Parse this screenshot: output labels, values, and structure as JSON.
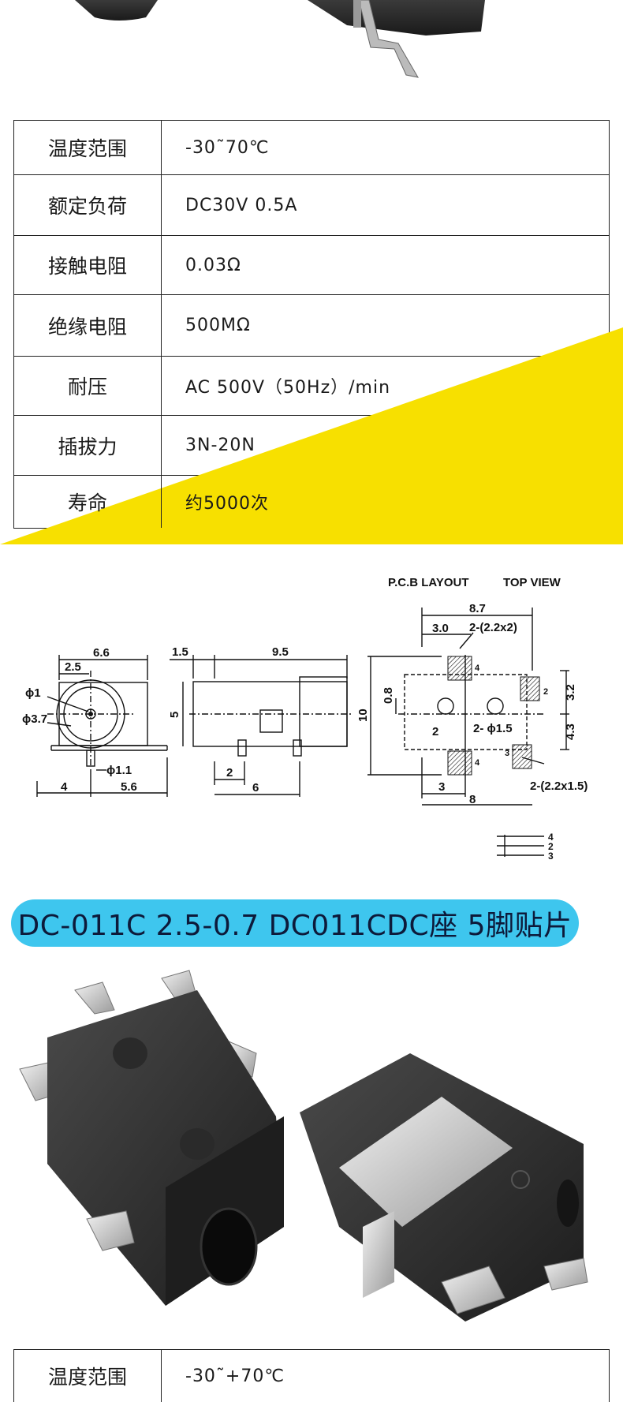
{
  "specs_top": [
    {
      "label": "温度范围",
      "value": "-30˜70℃"
    },
    {
      "label": "额定负荷",
      "value": "DC30V 0.5A"
    },
    {
      "label": "接触电阻",
      "value": "0.03Ω"
    },
    {
      "label": "绝缘电阻",
      "value": "500MΩ"
    },
    {
      "label": "耐压",
      "value": "AC 500V（50Hz）/min"
    },
    {
      "label": "插拔力",
      "value": "3N-20N"
    },
    {
      "label": "寿命",
      "value": "约5000次"
    }
  ],
  "drawing": {
    "pcb_title": "P.C.B LAYOUT",
    "view_title": "TOP VIEW",
    "front": {
      "width": "6.6",
      "offset": "2.5",
      "phi1": "ϕ1",
      "phi37": "ϕ3.7",
      "phi11": "ϕ1.1",
      "left": "4",
      "right": "5.6"
    },
    "side": {
      "a": "1.5",
      "length": "9.5",
      "height": "5",
      "b": "2",
      "c": "6"
    },
    "pcb": {
      "width": "8.7",
      "a": "3.0",
      "pad_top": "2-(2.2x2)",
      "h08": "0.8",
      "h10": "10",
      "d2": "2",
      "holes": "2- ϕ1.5",
      "r32": "3.2",
      "r43": "4.3",
      "b3": "3",
      "w8": "8",
      "pad_bottom": "2-(2.2x1.5)"
    },
    "pins": [
      "4",
      "2",
      "3"
    ],
    "pad_nums": [
      "4",
      "2",
      "3",
      "4"
    ]
  },
  "banner": "DC-011C 2.5-0.7 DC011CDC座 5脚贴片",
  "specs_bottom": [
    {
      "label": "温度范围",
      "value": "-30˜+70℃"
    }
  ],
  "colors": {
    "yellow": "#f7e000",
    "banner": "#3ec6ee",
    "line": "#222222"
  }
}
